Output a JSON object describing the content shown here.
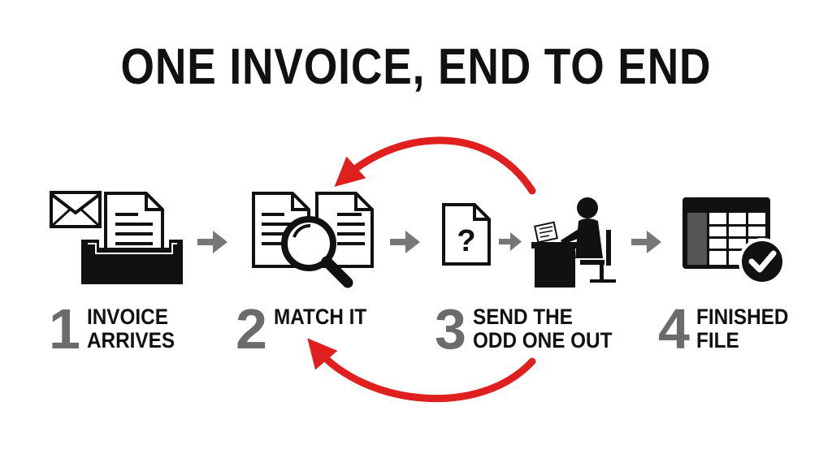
{
  "title": "ONE INVOICE, END TO END",
  "steps": [
    {
      "number": "1",
      "label": "INVOICE\nARRIVES",
      "icon": "inbox-tray-with-invoice-and-envelope"
    },
    {
      "number": "2",
      "label": "MATCH IT",
      "icon": "documents-with-magnifier"
    },
    {
      "number": "3",
      "label": "SEND THE\nODD ONE OUT",
      "icon": "question-document-and-person-at-desk"
    },
    {
      "number": "4",
      "label": "FINISHED\nFILE",
      "icon": "spreadsheet-with-checkmark"
    }
  ],
  "colors": {
    "text": "#111111",
    "number": "#6b6b6b",
    "arrow": "#777777",
    "loop": "#e0201f"
  }
}
